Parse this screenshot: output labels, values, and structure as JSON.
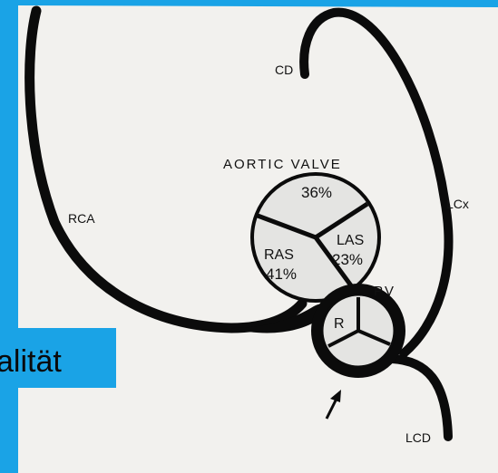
{
  "colors": {
    "background_blue": "#1aa3e6",
    "paper": "#f2f1ee",
    "ink": "#0b0b0b",
    "valve_fill": "#e4e4e2"
  },
  "slide_text_fragment": "alität",
  "diagram": {
    "labels": {
      "aortic_valve": "AORTIC VALVE",
      "rca": "RCA",
      "cd": "CD",
      "lcx": "LCx",
      "pv": "PV",
      "lcd": "LCD"
    },
    "aortic_valve_segments": [
      {
        "name": "top",
        "percent": "36%"
      },
      {
        "name": "RAS",
        "percent": "41%"
      },
      {
        "name": "LAS",
        "percent": "23%"
      }
    ],
    "pulmonary_valve_segment": "R",
    "arrow_icon": "arrow-up-right-icon"
  }
}
